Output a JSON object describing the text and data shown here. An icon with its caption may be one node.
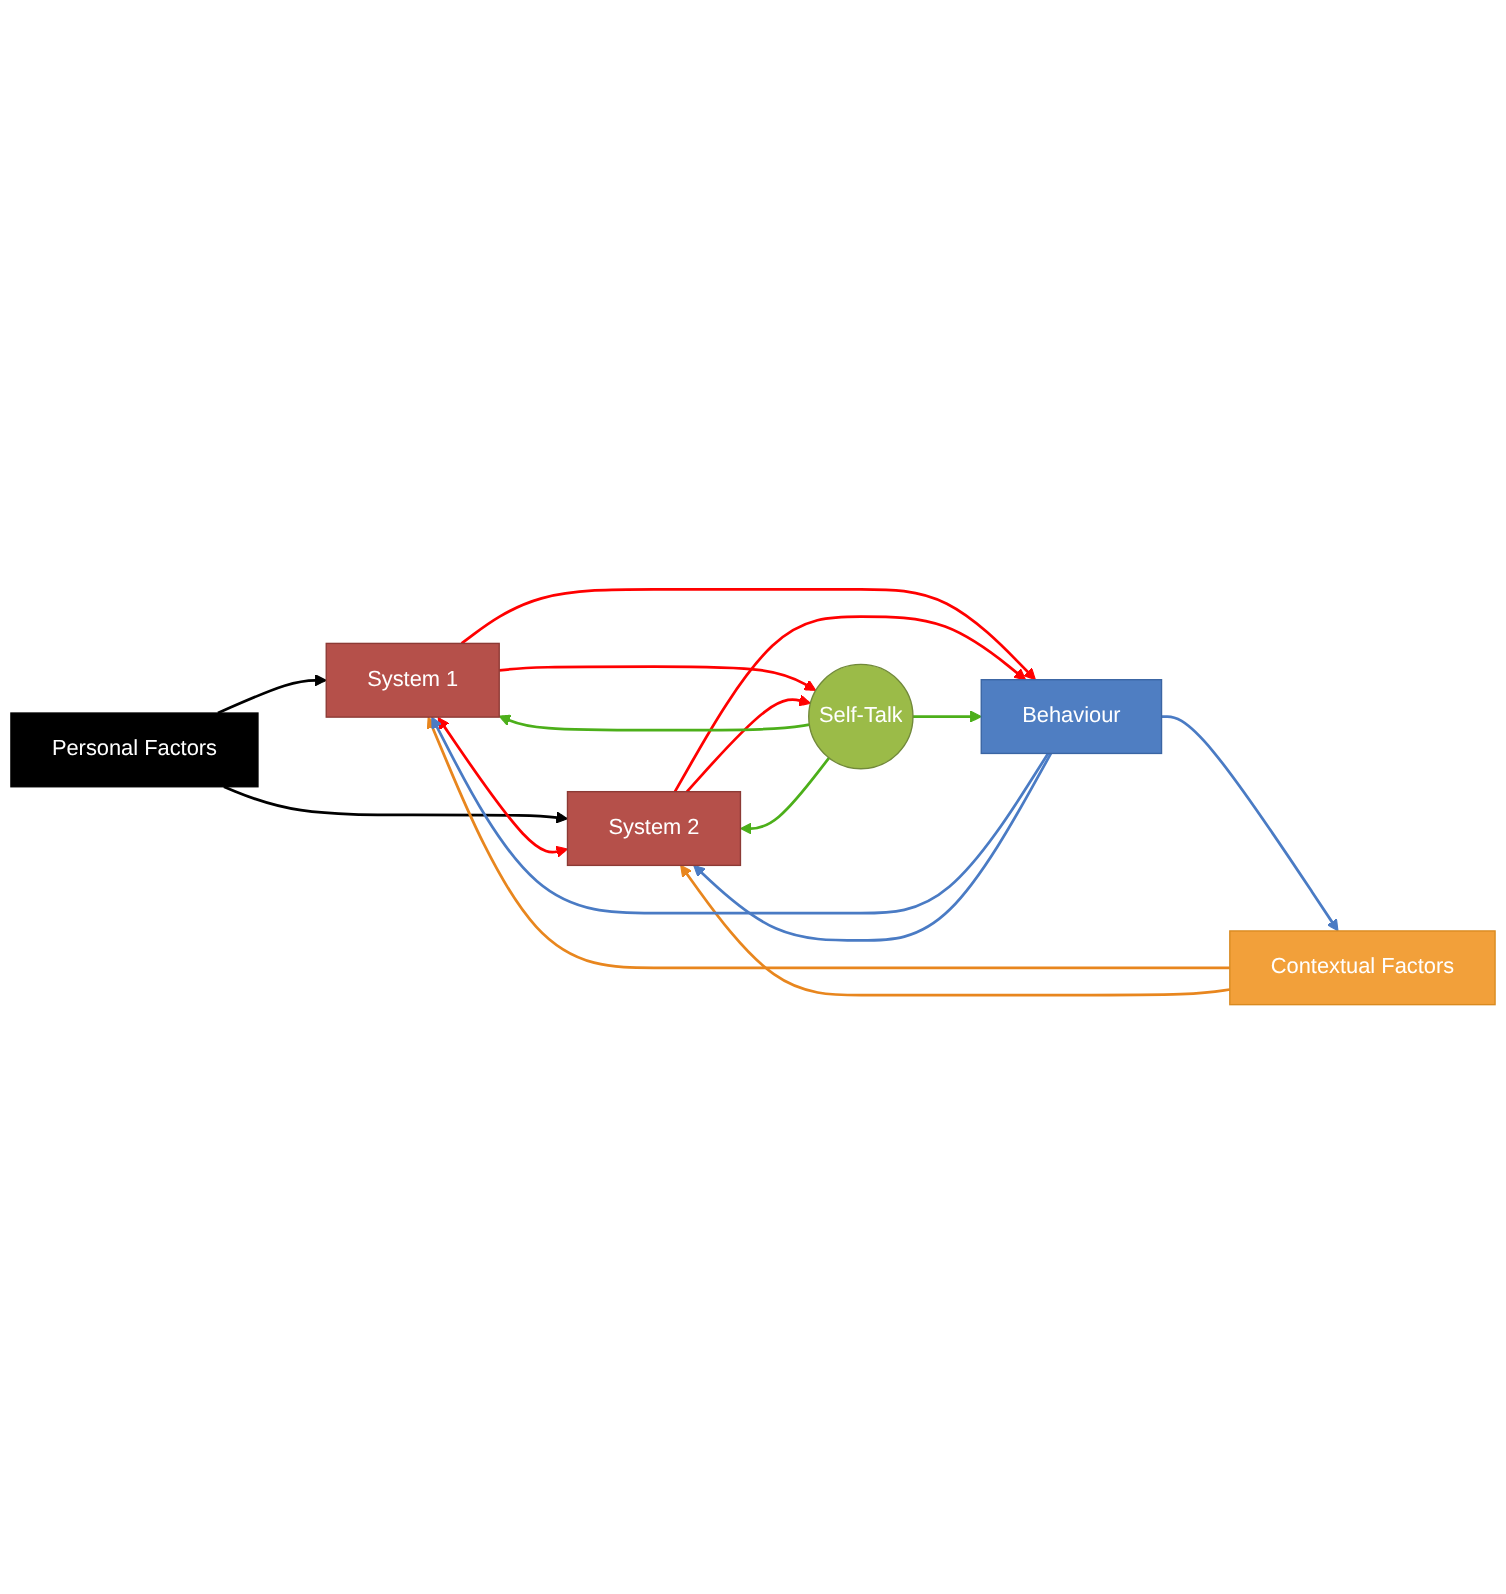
{
  "diagram": {
    "nodes": [
      {
        "text": [
          "Personal Factors"
        ]
      },
      {
        "text": [
          "System 1"
        ]
      },
      {
        "text": [
          "Contextual Factors"
        ]
      },
      {
        "text": [
          "System 2"
        ]
      },
      {
        "text": [
          "Self-Talk"
        ]
      },
      {
        "text": [
          "Behaviour"
        ]
      }
    ],
    "edges": [
      {
        "from": 0,
        "to": 1,
        "arrow": "to",
        "color": "#000000"
      },
      {
        "from": 0,
        "to": 3,
        "arrow": "to",
        "color": "#000000"
      },
      {
        "from": 2,
        "to": 1,
        "arrow": "to",
        "color": "#e8861e"
      },
      {
        "from": 2,
        "to": 3,
        "arrow": "to",
        "color": "#e8861e"
      },
      {
        "from": 1,
        "to": 3,
        "arrow": "both",
        "color": "#ff0000"
      },
      {
        "from": 1,
        "to": 4,
        "arrow": "to",
        "color": "#ff0000"
      },
      {
        "from": 1,
        "to": 5,
        "arrow": "to",
        "color": "#ff0000"
      },
      {
        "from": 3,
        "to": 4,
        "arrow": "to",
        "color": "#ff0000"
      },
      {
        "from": 3,
        "to": 5,
        "arrow": "to",
        "color": "#ff0000"
      },
      {
        "from": 4,
        "to": 1,
        "arrow": "to",
        "color": "#4caf1a"
      },
      {
        "from": 4,
        "to": 3,
        "arrow": "to",
        "color": "#4caf1a"
      },
      {
        "from": 4,
        "to": 5,
        "arrow": "to",
        "color": "#4caf1a"
      },
      {
        "from": 5,
        "to": 1,
        "arrow": "to",
        "color": "#4a7bc4"
      },
      {
        "from": 5,
        "to": 3,
        "arrow": "to",
        "color": "#4a7bc4"
      },
      {
        "from": 5,
        "to": 2,
        "arrow": "to",
        "color": "#4a7bc4"
      }
    ]
  }
}
